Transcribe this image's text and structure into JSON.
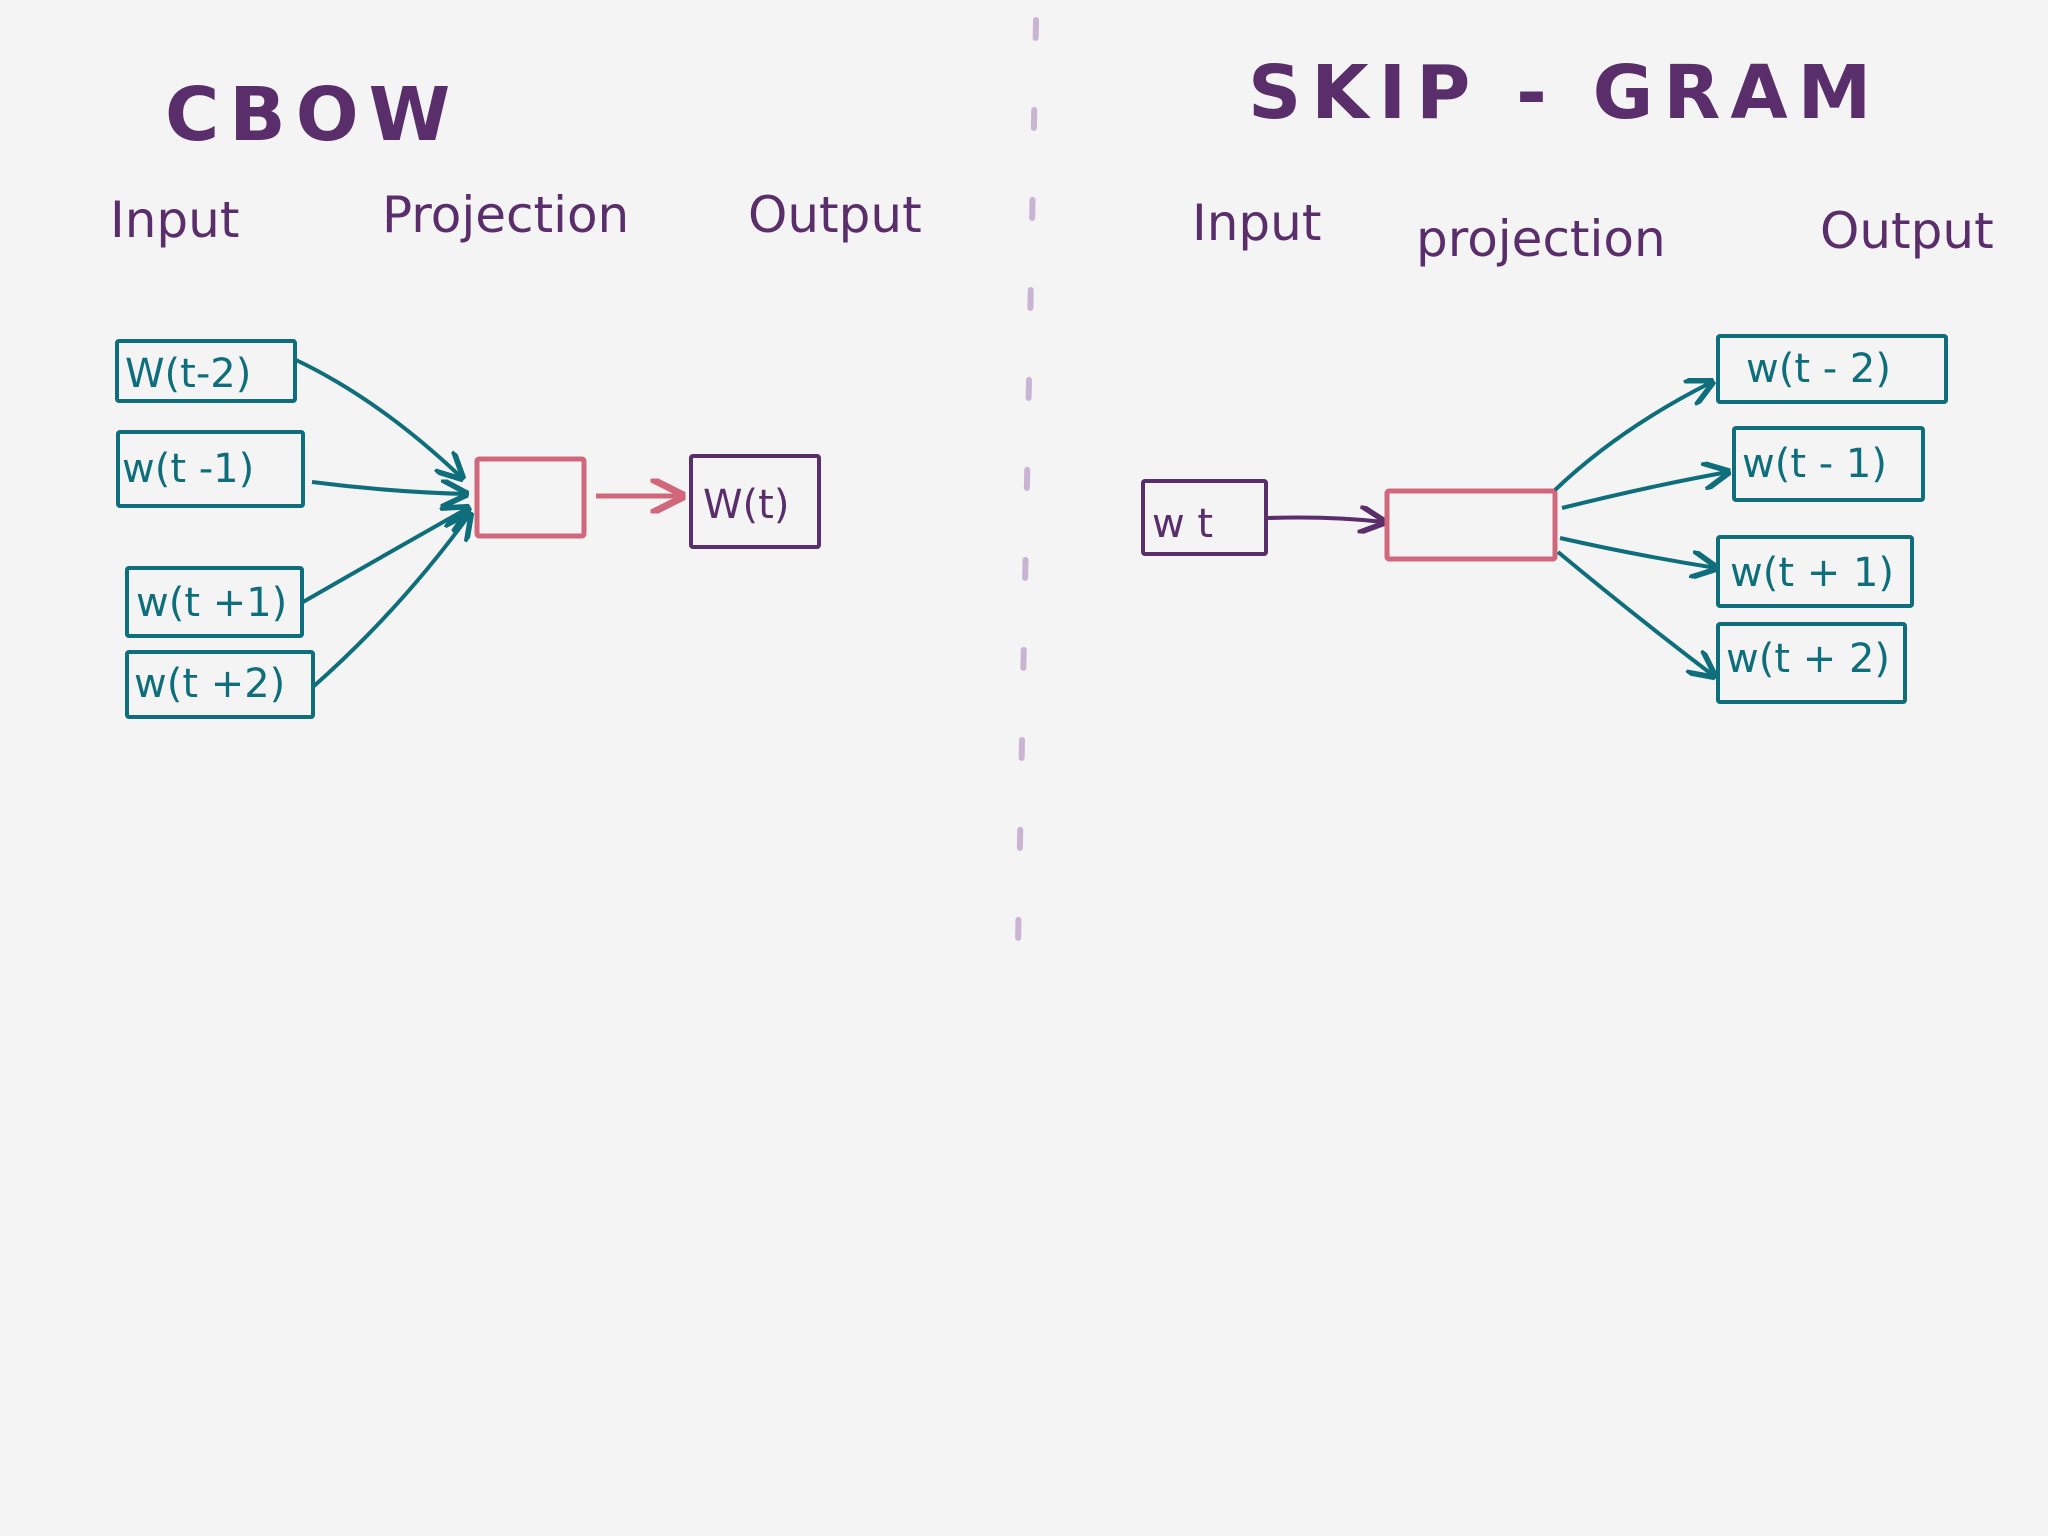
{
  "colors": {
    "background": "#f4f4f4",
    "title": "#5a2d6b",
    "teal": "#0f6e7c",
    "pink": "#d0677a",
    "purple": "#5a2d6b",
    "divider": "#c9b4d4"
  },
  "cbow": {
    "title": "CBOW",
    "columns": {
      "input": "Input",
      "projection": "Projection",
      "output": "Output"
    },
    "inputs": [
      "W(t-2)",
      "w(t -1)",
      "w(t +1)",
      "w(t +2)"
    ],
    "output": "W(t)"
  },
  "skipgram": {
    "title": "SKIP - GRAM",
    "columns": {
      "input": "Input",
      "projection": "projection",
      "output": "Output"
    },
    "input": "w t",
    "outputs": [
      "w(t - 2)",
      "w(t - 1)",
      "w(t + 1)",
      "w(t + 2)"
    ]
  }
}
